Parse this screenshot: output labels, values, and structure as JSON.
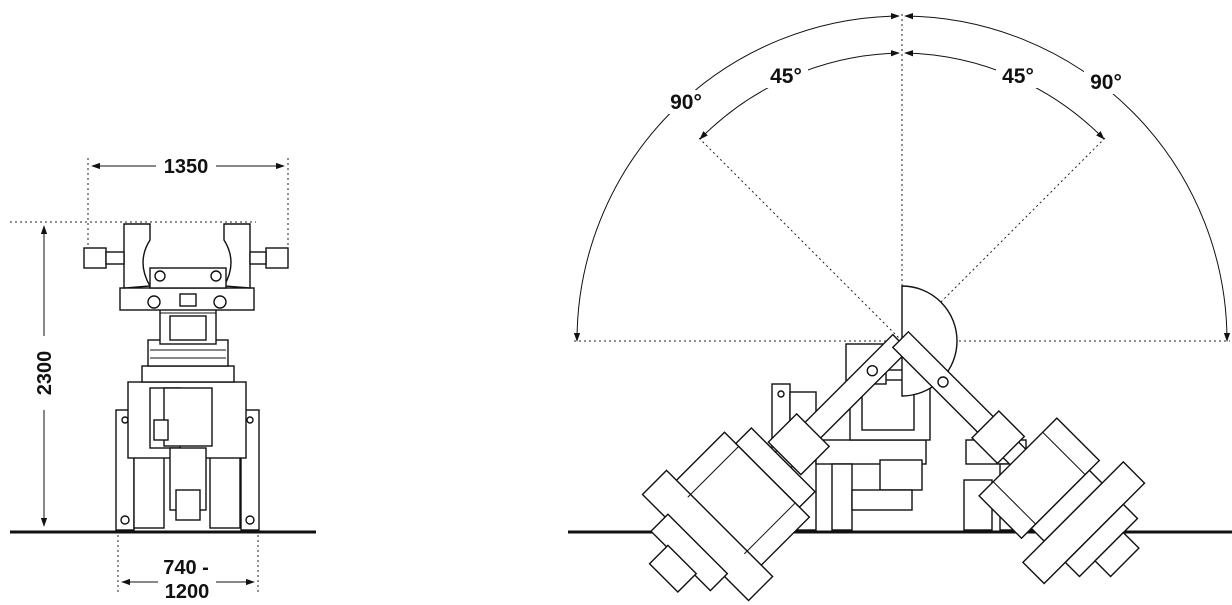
{
  "front_view": {
    "width_label": "1350",
    "height_label": "2300",
    "base_label_line1": "740 -",
    "base_label_line2": "1200"
  },
  "side_view": {
    "angle_left_outer": "90°",
    "angle_left_inner": "45°",
    "angle_right_inner": "45°",
    "angle_right_outer": "90°"
  },
  "colors": {
    "line": "#111111",
    "background": "#ffffff"
  }
}
